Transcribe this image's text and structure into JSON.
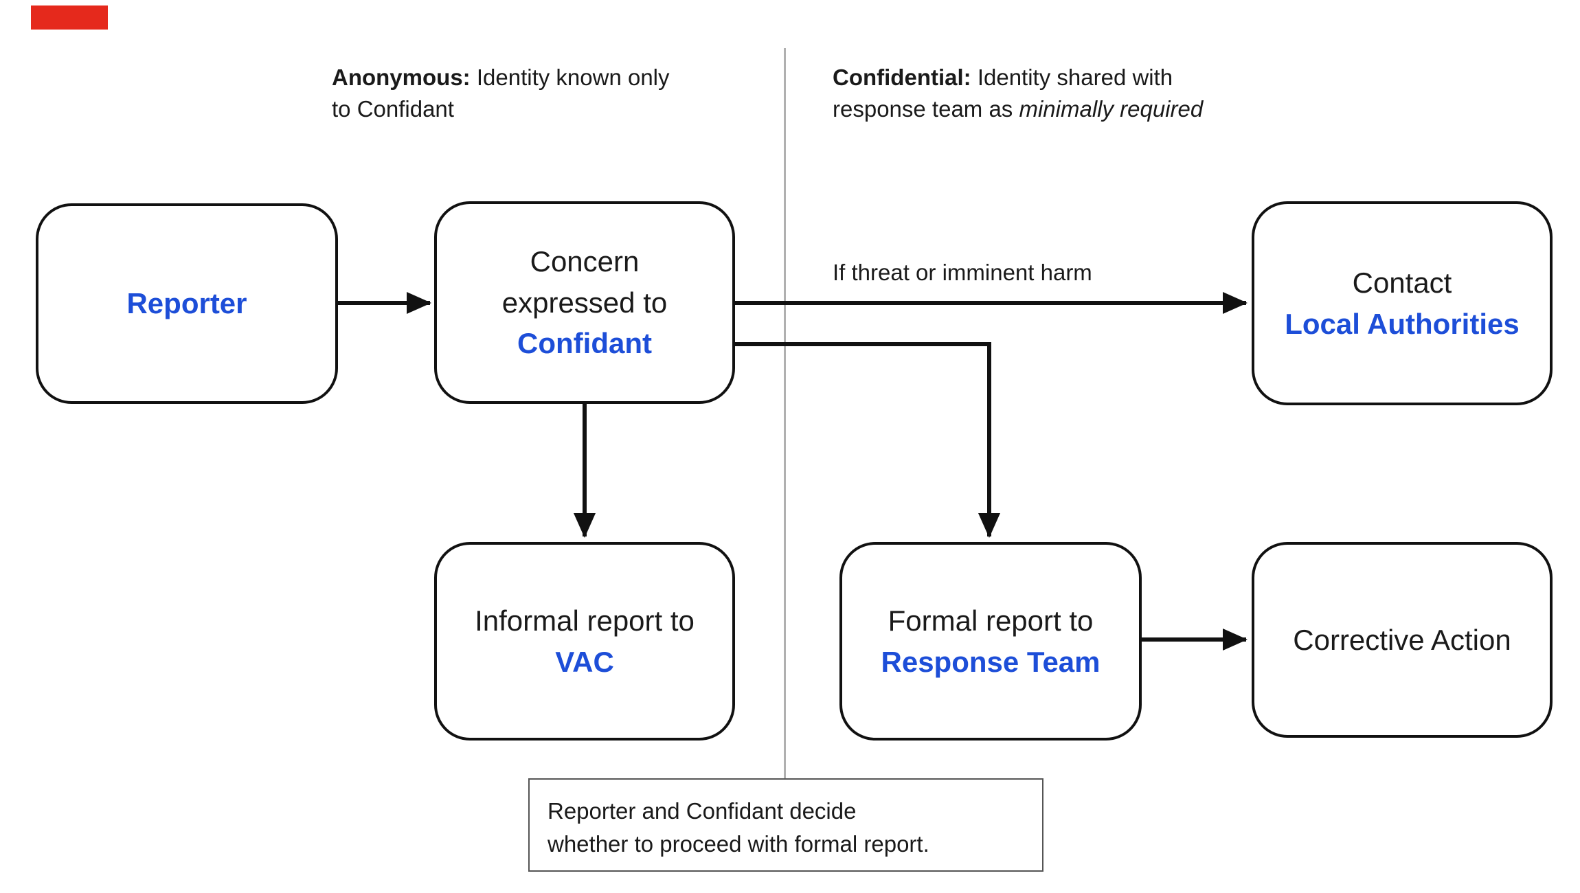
{
  "colors": {
    "blue": "#1d4ed8",
    "red": "#e5291c",
    "ink": "#1a1a1a",
    "divider": "#b0b0b0"
  },
  "header": {
    "anonymous": {
      "bold": "Anonymous:",
      "line1_rest": "Identity known only",
      "line2": "to Confidant"
    },
    "confidential": {
      "bold": "Confidential:",
      "line1_rest": "Identity shared with",
      "line2_pre": "response team as",
      "line2_italic": "minimally required"
    }
  },
  "nodes": {
    "reporter": {
      "label": "Reporter"
    },
    "concern": {
      "line1": "Concern",
      "line2": "expressed to",
      "emph": "Confidant"
    },
    "authorities": {
      "line1": "Contact",
      "emph": "Local Authorities"
    },
    "vac": {
      "line1": "Informal report to",
      "emph": "VAC"
    },
    "response": {
      "line1": "Formal report to",
      "emph": "Response Team"
    },
    "corrective": {
      "label": "Corrective Action"
    }
  },
  "edges": {
    "threat_label": "If threat or imminent harm"
  },
  "note": {
    "line1": "Reporter and Confidant decide",
    "line2": "whether to proceed with formal report."
  }
}
